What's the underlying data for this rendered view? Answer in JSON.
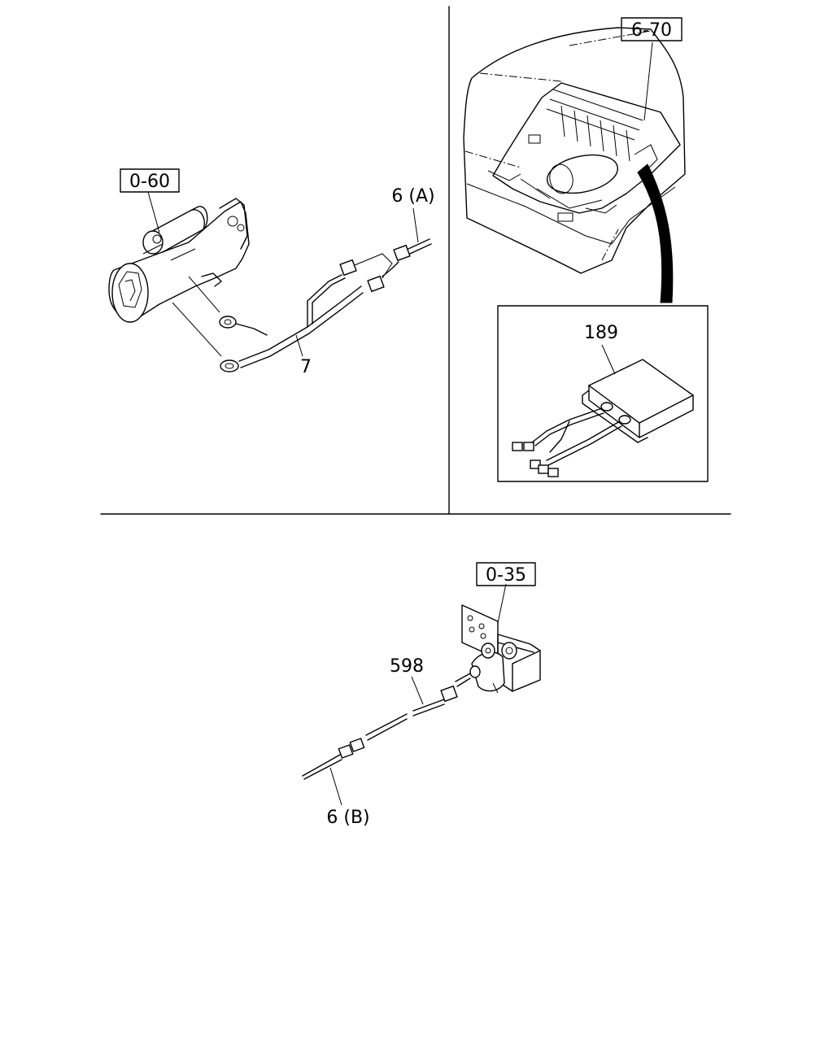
{
  "references": {
    "starter_ref": "0-60",
    "cab_ref": "6-70",
    "bracket_ref": "0-35"
  },
  "parts": {
    "harness_a": "6 (A)",
    "harness_main": "7",
    "control_unit": "189",
    "sensor_cable": "598",
    "harness_b": "6 (B)"
  }
}
